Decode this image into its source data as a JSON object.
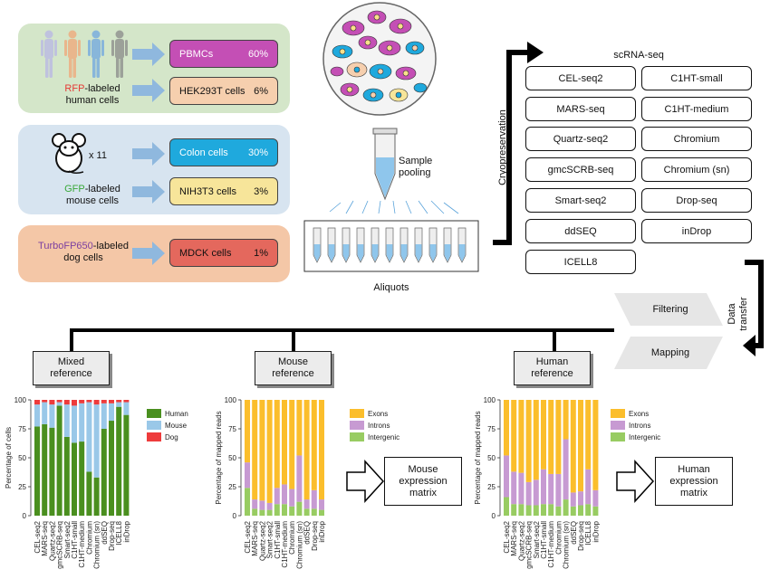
{
  "species_panels": {
    "human": {
      "label_prefix": "RFP",
      "label_rest": "-labeled",
      "label_line2": "human cells",
      "prefix_color": "#e53935",
      "bg": "#d4e6c9",
      "samples": [
        {
          "name": "PBMCs",
          "pct": "60%",
          "color": "#c44fb5"
        },
        {
          "name": "HEK293T cells",
          "pct": "6%",
          "color": "#f6cfae"
        }
      ]
    },
    "mouse": {
      "count_label": "x 11",
      "label_prefix": "GFP",
      "label_rest": "-labeled",
      "label_line2": "mouse cells",
      "prefix_color": "#38a838",
      "bg": "#d7e4f0",
      "samples": [
        {
          "name": "Colon cells",
          "pct": "30%",
          "color": "#1fa9dd"
        },
        {
          "name": "NIH3T3 cells",
          "pct": "3%",
          "color": "#f7e59a"
        }
      ]
    },
    "dog": {
      "label_prefix": "TurboFP650",
      "label_rest": "-labeled",
      "label_line2": "dog cells",
      "prefix_color": "#7b3fa0",
      "bg": "#f4c7a7",
      "samples": [
        {
          "name": "MDCK cells",
          "pct": "1%",
          "color": "#e4685d"
        }
      ]
    }
  },
  "pooling": {
    "label_line1": "Sample",
    "label_line2": "pooling",
    "aliquots_label": "Aliquots"
  },
  "protocols": {
    "title": "scRNA-seq",
    "side_label": "Cryopreservation",
    "left": [
      "CEL-seq2",
      "MARS-seq",
      "Quartz-seq2",
      "gmcSCRB-seq",
      "Smart-seq2",
      "ddSEQ",
      "ICELL8"
    ],
    "right": [
      "C1HT-small",
      "C1HT-medium",
      "Chromium",
      "Chromium (sn)",
      "Drop-seq",
      "inDrop"
    ]
  },
  "processing": {
    "transfer_line1": "Data",
    "transfer_line2": "transfer",
    "filtering": "Filtering",
    "mapping": "Mapping"
  },
  "references": {
    "mixed": {
      "line1": "Mixed",
      "line2": "reference"
    },
    "mouse": {
      "line1": "Mouse",
      "line2": "reference"
    },
    "human": {
      "line1": "Human",
      "line2": "reference"
    }
  },
  "matrices": {
    "mouse": {
      "line1": "Mouse",
      "line2": "expression",
      "line3": "matrix"
    },
    "human": {
      "line1": "Human",
      "line2": "expression",
      "line3": "matrix"
    }
  },
  "chart_data": [
    {
      "type": "bar",
      "stacked": true,
      "ylabel": "Percentage of cells",
      "ylim": [
        0,
        100
      ],
      "yticks": [
        0,
        25,
        50,
        75,
        100
      ],
      "categories": [
        "CEL-seq2",
        "MARS-seq",
        "Quartz-seq2",
        "gmcSCRB-seq",
        "Smart-seq2",
        "C1HT-small",
        "C1HT-medium",
        "Chromium",
        "Chromium (sn)",
        "ddSEQ",
        "Drop-seq",
        "ICELL8",
        "inDrop"
      ],
      "series": [
        {
          "name": "Human",
          "color": "#4a8f1f",
          "values": [
            77,
            79,
            76,
            95,
            68,
            63,
            64,
            38,
            33,
            75,
            82,
            94,
            87
          ]
        },
        {
          "name": "Mouse",
          "color": "#9ac8e8",
          "values": [
            19,
            19,
            20,
            3,
            28,
            32,
            33,
            60,
            63,
            22,
            15,
            4,
            11
          ]
        },
        {
          "name": "Dog",
          "color": "#ee3b3b",
          "values": [
            4,
            2,
            4,
            2,
            4,
            5,
            3,
            2,
            4,
            3,
            3,
            2,
            2
          ]
        }
      ],
      "legend": "right"
    },
    {
      "type": "bar",
      "stacked": true,
      "ylabel": "Percentage of mapped reads",
      "ylim": [
        0,
        100
      ],
      "yticks": [
        0,
        25,
        50,
        75,
        100
      ],
      "categories": [
        "CEL-seq2",
        "MARS-seq",
        "Quartz-seq2",
        "Smart-seq2",
        "C1HT-small",
        "C1HT-medium",
        "Chromium",
        "Chromium (sn)",
        "ddSEQ",
        "Drop-seq",
        "inDrop"
      ],
      "series": [
        {
          "name": "Intergenic",
          "color": "#98cc62",
          "values": [
            24,
            6,
            5,
            5,
            10,
            10,
            8,
            12,
            6,
            6,
            5
          ]
        },
        {
          "name": "Introns",
          "color": "#c79ad2",
          "values": [
            22,
            8,
            8,
            6,
            14,
            17,
            15,
            40,
            8,
            16,
            9
          ]
        },
        {
          "name": "Exons",
          "color": "#fbbe2c",
          "values": [
            54,
            86,
            87,
            89,
            76,
            73,
            77,
            48,
            86,
            78,
            86
          ]
        }
      ],
      "legend": "right"
    },
    {
      "type": "bar",
      "stacked": true,
      "ylabel": "Percentage of mapped reads",
      "ylim": [
        0,
        100
      ],
      "yticks": [
        0,
        25,
        50,
        75,
        100
      ],
      "categories": [
        "CEL-seq2",
        "MARS-seq",
        "Quartz-seq2",
        "gmcSCRB-seq",
        "Smart-seq2",
        "C1HT-small",
        "C1HT-medium",
        "Chromium",
        "Chromium (sn)",
        "ddSEQ",
        "Drop-seq",
        "ICELL8",
        "inDrop"
      ],
      "series": [
        {
          "name": "Intergenic",
          "color": "#98cc62",
          "values": [
            16,
            10,
            10,
            9,
            9,
            10,
            10,
            8,
            14,
            8,
            9,
            10,
            8
          ]
        },
        {
          "name": "Introns",
          "color": "#c79ad2",
          "values": [
            36,
            28,
            27,
            20,
            22,
            30,
            26,
            28,
            52,
            12,
            12,
            30,
            14
          ]
        },
        {
          "name": "Exons",
          "color": "#fbbe2c",
          "values": [
            48,
            62,
            63,
            71,
            69,
            60,
            64,
            64,
            34,
            80,
            79,
            60,
            78
          ]
        }
      ],
      "legend": "right"
    }
  ]
}
